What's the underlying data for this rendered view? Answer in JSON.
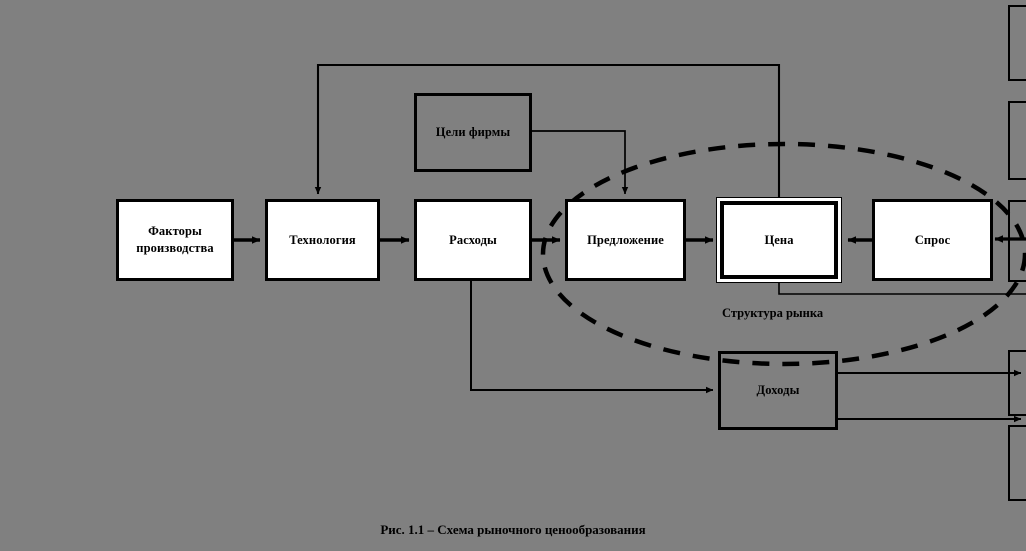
{
  "figure": {
    "caption": "Рис. 1.1 – Схема рыночного ценообразования",
    "background_color": "#808080",
    "line_color": "#000000",
    "box_fill_color": "#ffffff"
  },
  "nodes": [
    {
      "id": "factors",
      "label": "Факторы\nпроизводства",
      "style": "white"
    },
    {
      "id": "technology",
      "label": "Технология",
      "style": "white"
    },
    {
      "id": "costs",
      "label": "Расходы",
      "style": "white"
    },
    {
      "id": "supply",
      "label": "Предложение",
      "style": "white"
    },
    {
      "id": "price",
      "label": "Цена",
      "style": "emphasized"
    },
    {
      "id": "demand",
      "label": "Спрос",
      "style": "white"
    },
    {
      "id": "firm_goals",
      "label": "Цели фирмы",
      "style": "plain"
    },
    {
      "id": "income",
      "label": "Доходы",
      "style": "plain"
    }
  ],
  "grouping": {
    "shape": "dashed-ellipse",
    "label": "Структура рынка",
    "contains": [
      "supply",
      "price",
      "demand"
    ]
  },
  "edge_boxes": [
    {
      "id": "edge-box-1"
    },
    {
      "id": "edge-box-2"
    },
    {
      "id": "edge-box-3"
    },
    {
      "id": "edge-box-4"
    },
    {
      "id": "edge-box-5"
    }
  ]
}
